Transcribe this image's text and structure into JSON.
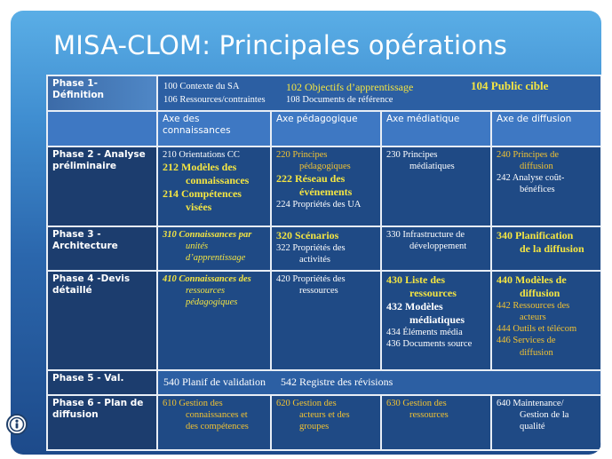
{
  "title": "MISA-CLOM: Principales opérations",
  "phase1": {
    "label_line1": "Phase 1-",
    "label_line2": "Définition",
    "items": [
      "100 Contexte du SA",
      "102 Objectifs d’apprentissage",
      "104 Public cible",
      "106 Ressources/contraintes",
      "108 Documents de référence"
    ]
  },
  "axes": [
    "Axe des connaissances",
    "Axe pédagogique",
    "Axe médiatique",
    "Axe de diffusion"
  ],
  "phase2": {
    "label": "Phase 2 - Analyse préliminaire",
    "c1": [
      "210 Orientations CC",
      "212 Modèles des",
      "connaissances",
      "214 Compétences",
      "visées"
    ],
    "c2": [
      "220 Principes",
      "pédagogiques",
      "222 Réseau des",
      "événements",
      "224 Propriétés des UA"
    ],
    "c3": [
      "230 Principes",
      "médiatiques"
    ],
    "c4": [
      "240 Principes de",
      "diffusion",
      "242 Analyse coût-",
      "bénéfices"
    ]
  },
  "phase3": {
    "label": "Phase 3 - Architecture",
    "c1": [
      "310 Connaissances par",
      "unités",
      "d’apprentissage"
    ],
    "c2": [
      "320 Scénarios",
      "322  Propriétés des",
      "activités"
    ],
    "c3": [
      "330 Infrastructure de",
      "développement"
    ],
    "c4": [
      "340 Planification",
      "de la diffusion"
    ]
  },
  "phase4": {
    "label": "Phase 4 -Devis détaillé",
    "c1": [
      "410 Connaissances des",
      "ressources",
      "pédagogiques"
    ],
    "c2": [
      "420 Propriétés des",
      "ressources"
    ],
    "c3": [
      "430 Liste des",
      "ressources",
      "432 Modèles",
      "médiatiques",
      "434 Éléments média",
      "436 Documents source"
    ],
    "c4": [
      "440 Modèles de",
      "diffusion",
      "442 Ressources des",
      "acteurs",
      "444 Outils et télécom",
      "446 Services de",
      "diffusion"
    ]
  },
  "phase5": {
    "label": "Phase 5 - Val.",
    "items": [
      "540 Planif de validation",
      "542 Registre des révisions"
    ]
  },
  "phase6": {
    "label": "Phase 6 - Plan de diffusion",
    "c1": [
      "610 Gestion des",
      "connaissances et",
      "des compétences"
    ],
    "c2": [
      "620 Gestion des",
      "acteurs et des",
      "groupes"
    ],
    "c3": [
      "630 Gestion des",
      "ressources"
    ],
    "c4": [
      "640 Maintenance/",
      "Gestion de la",
      "qualité"
    ]
  },
  "colors": {
    "background_top": "#5aaee6",
    "background_bottom": "#1d4a8a",
    "accent_yellow": "#f4e542",
    "accent_orange": "#f1c232"
  },
  "logo_icon": "info-person-icon"
}
